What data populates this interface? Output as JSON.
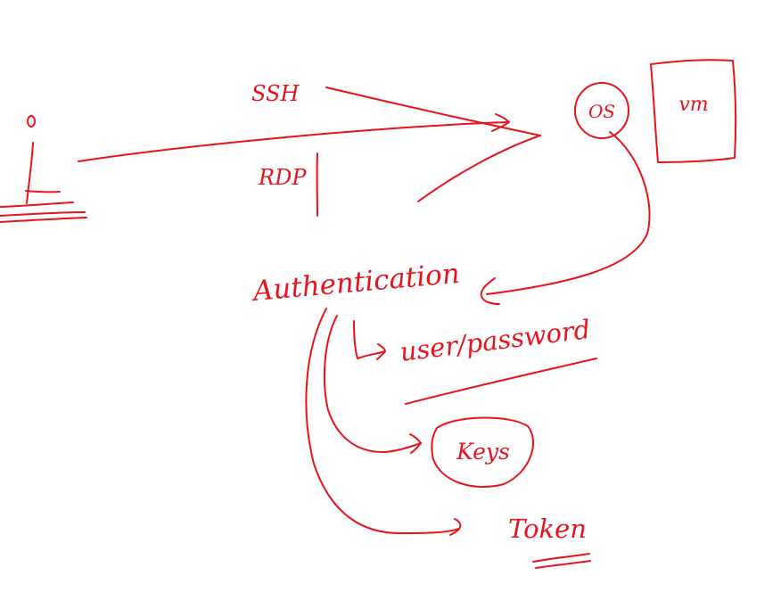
{
  "diagram": {
    "ink_color": "#e8131c",
    "background": "#ffffff",
    "labels": {
      "ssh": "SSH",
      "rdp": "RDP",
      "os": "OS",
      "vm": "vm",
      "authentication": "Authentication",
      "user_password": "user/password",
      "keys": "Keys",
      "token": "Token"
    },
    "nodes": [
      {
        "id": "user",
        "icon": "stick-figure-icon"
      },
      {
        "id": "os",
        "label_ref": "os"
      },
      {
        "id": "vm",
        "label_ref": "vm"
      },
      {
        "id": "authentication",
        "label_ref": "authentication"
      },
      {
        "id": "user_password",
        "label_ref": "user_password"
      },
      {
        "id": "keys",
        "label_ref": "keys"
      },
      {
        "id": "token",
        "label_ref": "token"
      }
    ],
    "edges": [
      {
        "from": "user",
        "to": "os",
        "label_ref": "ssh"
      },
      {
        "from": "user",
        "to": "os",
        "label_ref": "rdp"
      },
      {
        "from": "os",
        "to": "authentication"
      },
      {
        "from": "authentication",
        "to": "user_password"
      },
      {
        "from": "authentication",
        "to": "keys"
      },
      {
        "from": "authentication",
        "to": "token"
      }
    ]
  }
}
